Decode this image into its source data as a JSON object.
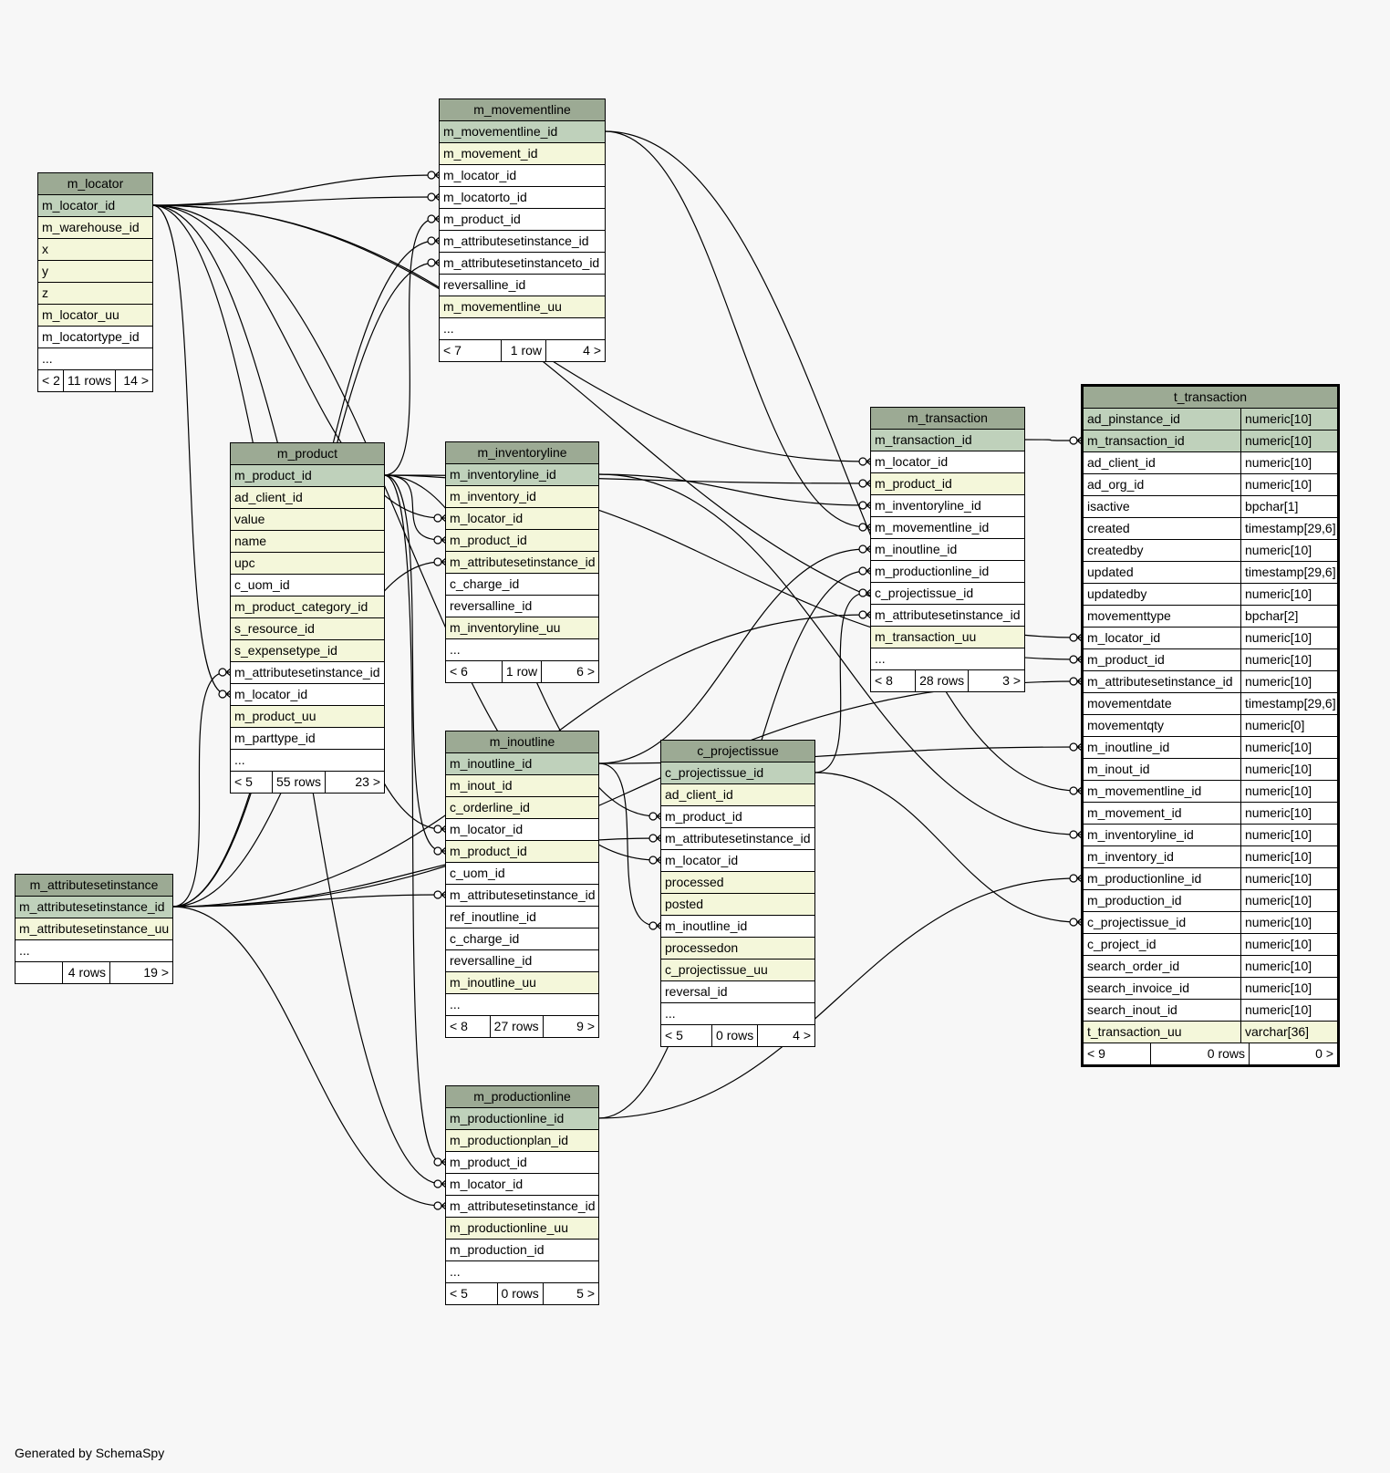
{
  "footer": "Generated by SchemaSpy",
  "tables": {
    "m_locator": {
      "name": "m_locator",
      "columns": [
        {
          "name": "m_locator_id",
          "kind": "pk"
        },
        {
          "name": "m_warehouse_id",
          "kind": "idx"
        },
        {
          "name": "x",
          "kind": "idx"
        },
        {
          "name": "y",
          "kind": "idx"
        },
        {
          "name": "z",
          "kind": "idx"
        },
        {
          "name": "m_locator_uu",
          "kind": "idx"
        },
        {
          "name": "m_locatortype_id",
          "kind": "plain"
        },
        {
          "name": "...",
          "kind": "plain"
        }
      ],
      "footer": {
        "left": "< 2",
        "mid": "11 rows",
        "right": "14 >"
      }
    },
    "m_movementline": {
      "name": "m_movementline",
      "columns": [
        {
          "name": "m_movementline_id",
          "kind": "pk"
        },
        {
          "name": "m_movement_id",
          "kind": "idx"
        },
        {
          "name": "m_locator_id",
          "kind": "plain"
        },
        {
          "name": "m_locatorto_id",
          "kind": "plain"
        },
        {
          "name": "m_product_id",
          "kind": "plain"
        },
        {
          "name": "m_attributesetinstance_id",
          "kind": "plain"
        },
        {
          "name": "m_attributesetinstanceto_id",
          "kind": "plain"
        },
        {
          "name": "reversalline_id",
          "kind": "plain"
        },
        {
          "name": "m_movementline_uu",
          "kind": "idx"
        },
        {
          "name": "...",
          "kind": "plain"
        }
      ],
      "footer": {
        "left": "< 7",
        "mid": "1 row",
        "right": "4 >"
      }
    },
    "m_product": {
      "name": "m_product",
      "columns": [
        {
          "name": "m_product_id",
          "kind": "pk"
        },
        {
          "name": "ad_client_id",
          "kind": "idx"
        },
        {
          "name": "value",
          "kind": "idx"
        },
        {
          "name": "name",
          "kind": "idx"
        },
        {
          "name": "upc",
          "kind": "idx"
        },
        {
          "name": "c_uom_id",
          "kind": "plain"
        },
        {
          "name": "m_product_category_id",
          "kind": "idx"
        },
        {
          "name": "s_resource_id",
          "kind": "idx"
        },
        {
          "name": "s_expensetype_id",
          "kind": "idx"
        },
        {
          "name": "m_attributesetinstance_id",
          "kind": "plain"
        },
        {
          "name": "m_locator_id",
          "kind": "plain"
        },
        {
          "name": "m_product_uu",
          "kind": "idx"
        },
        {
          "name": "m_parttype_id",
          "kind": "plain"
        },
        {
          "name": "...",
          "kind": "plain"
        }
      ],
      "footer": {
        "left": "< 5",
        "mid": "55 rows",
        "right": "23 >"
      }
    },
    "m_inventoryline": {
      "name": "m_inventoryline",
      "columns": [
        {
          "name": "m_inventoryline_id",
          "kind": "pk"
        },
        {
          "name": "m_inventory_id",
          "kind": "idx"
        },
        {
          "name": "m_locator_id",
          "kind": "idx"
        },
        {
          "name": "m_product_id",
          "kind": "idx"
        },
        {
          "name": "m_attributesetinstance_id",
          "kind": "idx"
        },
        {
          "name": "c_charge_id",
          "kind": "plain"
        },
        {
          "name": "reversalline_id",
          "kind": "plain"
        },
        {
          "name": "m_inventoryline_uu",
          "kind": "idx"
        },
        {
          "name": "...",
          "kind": "plain"
        }
      ],
      "footer": {
        "left": "< 6",
        "mid": "1 row",
        "right": "6 >"
      }
    },
    "m_transaction": {
      "name": "m_transaction",
      "columns": [
        {
          "name": "m_transaction_id",
          "kind": "pk"
        },
        {
          "name": "m_locator_id",
          "kind": "plain"
        },
        {
          "name": "m_product_id",
          "kind": "idx"
        },
        {
          "name": "m_inventoryline_id",
          "kind": "plain"
        },
        {
          "name": "m_movementline_id",
          "kind": "plain"
        },
        {
          "name": "m_inoutline_id",
          "kind": "plain"
        },
        {
          "name": "m_productionline_id",
          "kind": "plain"
        },
        {
          "name": "c_projectissue_id",
          "kind": "plain"
        },
        {
          "name": "m_attributesetinstance_id",
          "kind": "plain"
        },
        {
          "name": "m_transaction_uu",
          "kind": "idx"
        },
        {
          "name": "...",
          "kind": "plain"
        }
      ],
      "footer": {
        "left": "< 8",
        "mid": "28 rows",
        "right": "3 >"
      }
    },
    "m_inoutline": {
      "name": "m_inoutline",
      "columns": [
        {
          "name": "m_inoutline_id",
          "kind": "pk"
        },
        {
          "name": "m_inout_id",
          "kind": "idx"
        },
        {
          "name": "c_orderline_id",
          "kind": "idx"
        },
        {
          "name": "m_locator_id",
          "kind": "plain"
        },
        {
          "name": "m_product_id",
          "kind": "idx"
        },
        {
          "name": "c_uom_id",
          "kind": "plain"
        },
        {
          "name": "m_attributesetinstance_id",
          "kind": "plain"
        },
        {
          "name": "ref_inoutline_id",
          "kind": "plain"
        },
        {
          "name": "c_charge_id",
          "kind": "plain"
        },
        {
          "name": "reversalline_id",
          "kind": "plain"
        },
        {
          "name": "m_inoutline_uu",
          "kind": "idx"
        },
        {
          "name": "...",
          "kind": "plain"
        }
      ],
      "footer": {
        "left": "< 8",
        "mid": "27 rows",
        "right": "9 >"
      }
    },
    "c_projectissue": {
      "name": "c_projectissue",
      "columns": [
        {
          "name": "c_projectissue_id",
          "kind": "pk"
        },
        {
          "name": "ad_client_id",
          "kind": "idx"
        },
        {
          "name": "m_product_id",
          "kind": "plain"
        },
        {
          "name": "m_attributesetinstance_id",
          "kind": "plain"
        },
        {
          "name": "m_locator_id",
          "kind": "plain"
        },
        {
          "name": "processed",
          "kind": "idx"
        },
        {
          "name": "posted",
          "kind": "idx"
        },
        {
          "name": "m_inoutline_id",
          "kind": "plain"
        },
        {
          "name": "processedon",
          "kind": "idx"
        },
        {
          "name": "c_projectissue_uu",
          "kind": "idx"
        },
        {
          "name": "reversal_id",
          "kind": "plain"
        },
        {
          "name": "...",
          "kind": "plain"
        }
      ],
      "footer": {
        "left": "< 5",
        "mid": "0 rows",
        "right": "4 >"
      }
    },
    "m_attributesetinstance": {
      "name": "m_attributesetinstance",
      "columns": [
        {
          "name": "m_attributesetinstance_id",
          "kind": "pk"
        },
        {
          "name": "m_attributesetinstance_uu",
          "kind": "idx"
        },
        {
          "name": "...",
          "kind": "plain"
        }
      ],
      "footer": {
        "left": "",
        "mid": "4 rows",
        "right": "19 >"
      }
    },
    "m_productionline": {
      "name": "m_productionline",
      "columns": [
        {
          "name": "m_productionline_id",
          "kind": "pk"
        },
        {
          "name": "m_productionplan_id",
          "kind": "idx"
        },
        {
          "name": "m_product_id",
          "kind": "plain"
        },
        {
          "name": "m_locator_id",
          "kind": "plain"
        },
        {
          "name": "m_attributesetinstance_id",
          "kind": "plain"
        },
        {
          "name": "m_productionline_uu",
          "kind": "idx"
        },
        {
          "name": "m_production_id",
          "kind": "plain"
        },
        {
          "name": "...",
          "kind": "plain"
        }
      ],
      "footer": {
        "left": "< 5",
        "mid": "0 rows",
        "right": "5 >"
      }
    },
    "t_transaction": {
      "name": "t_transaction",
      "columns": [
        {
          "name": "ad_pinstance_id",
          "type": "numeric[10]",
          "kind": "pk"
        },
        {
          "name": "m_transaction_id",
          "type": "numeric[10]",
          "kind": "pk"
        },
        {
          "name": "ad_client_id",
          "type": "numeric[10]",
          "kind": "plain"
        },
        {
          "name": "ad_org_id",
          "type": "numeric[10]",
          "kind": "plain"
        },
        {
          "name": "isactive",
          "type": "bpchar[1]",
          "kind": "plain"
        },
        {
          "name": "created",
          "type": "timestamp[29,6]",
          "kind": "plain"
        },
        {
          "name": "createdby",
          "type": "numeric[10]",
          "kind": "plain"
        },
        {
          "name": "updated",
          "type": "timestamp[29,6]",
          "kind": "plain"
        },
        {
          "name": "updatedby",
          "type": "numeric[10]",
          "kind": "plain"
        },
        {
          "name": "movementtype",
          "type": "bpchar[2]",
          "kind": "plain"
        },
        {
          "name": "m_locator_id",
          "type": "numeric[10]",
          "kind": "plain"
        },
        {
          "name": "m_product_id",
          "type": "numeric[10]",
          "kind": "plain"
        },
        {
          "name": "m_attributesetinstance_id",
          "type": "numeric[10]",
          "kind": "plain"
        },
        {
          "name": "movementdate",
          "type": "timestamp[29,6]",
          "kind": "plain"
        },
        {
          "name": "movementqty",
          "type": "numeric[0]",
          "kind": "plain"
        },
        {
          "name": "m_inoutline_id",
          "type": "numeric[10]",
          "kind": "plain"
        },
        {
          "name": "m_inout_id",
          "type": "numeric[10]",
          "kind": "plain"
        },
        {
          "name": "m_movementline_id",
          "type": "numeric[10]",
          "kind": "plain"
        },
        {
          "name": "m_movement_id",
          "type": "numeric[10]",
          "kind": "plain"
        },
        {
          "name": "m_inventoryline_id",
          "type": "numeric[10]",
          "kind": "plain"
        },
        {
          "name": "m_inventory_id",
          "type": "numeric[10]",
          "kind": "plain"
        },
        {
          "name": "m_productionline_id",
          "type": "numeric[10]",
          "kind": "plain"
        },
        {
          "name": "m_production_id",
          "type": "numeric[10]",
          "kind": "plain"
        },
        {
          "name": "c_projectissue_id",
          "type": "numeric[10]",
          "kind": "plain"
        },
        {
          "name": "c_project_id",
          "type": "numeric[10]",
          "kind": "plain"
        },
        {
          "name": "search_order_id",
          "type": "numeric[10]",
          "kind": "plain"
        },
        {
          "name": "search_invoice_id",
          "type": "numeric[10]",
          "kind": "plain"
        },
        {
          "name": "search_inout_id",
          "type": "numeric[10]",
          "kind": "plain"
        },
        {
          "name": "t_transaction_uu",
          "type": "varchar[36]",
          "kind": "idx"
        }
      ],
      "footer": {
        "left": "< 9",
        "mid": "0 rows",
        "right": "0 >"
      }
    }
  }
}
